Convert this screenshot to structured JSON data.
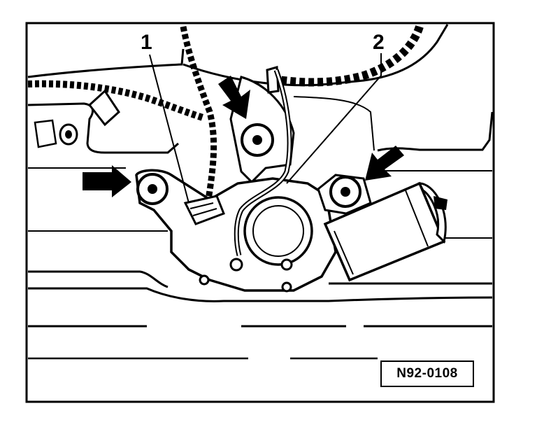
{
  "callouts": [
    {
      "id": "1",
      "label": "1"
    },
    {
      "id": "2",
      "label": "2"
    }
  ],
  "figure": {
    "reference": "N92-0108"
  },
  "colors": {
    "ink": "#000000",
    "paper": "#ffffff"
  }
}
